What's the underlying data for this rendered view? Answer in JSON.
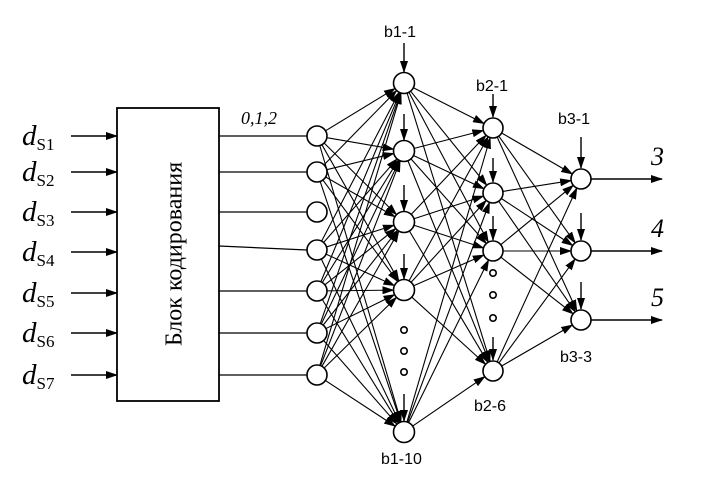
{
  "inputs": [
    {
      "main": "d",
      "sub": "S1"
    },
    {
      "main": "d",
      "sub": "S2"
    },
    {
      "main": "d",
      "sub": "S3"
    },
    {
      "main": "d",
      "sub": "S4"
    },
    {
      "main": "d",
      "sub": "S5"
    },
    {
      "main": "d",
      "sub": "S6"
    },
    {
      "main": "d",
      "sub": "S7"
    }
  ],
  "encoder_label": "Блок кодирования",
  "code_values_label": "0,1,2",
  "layer_labels": {
    "b1_top": "b1-1",
    "b1_bottom": "b1-10",
    "b2_top": "b2-1",
    "b2_bottom": "b2-6",
    "b3_top": "b3-1",
    "b3_bottom": "b3-3"
  },
  "outputs": [
    "3",
    "4",
    "5"
  ]
}
